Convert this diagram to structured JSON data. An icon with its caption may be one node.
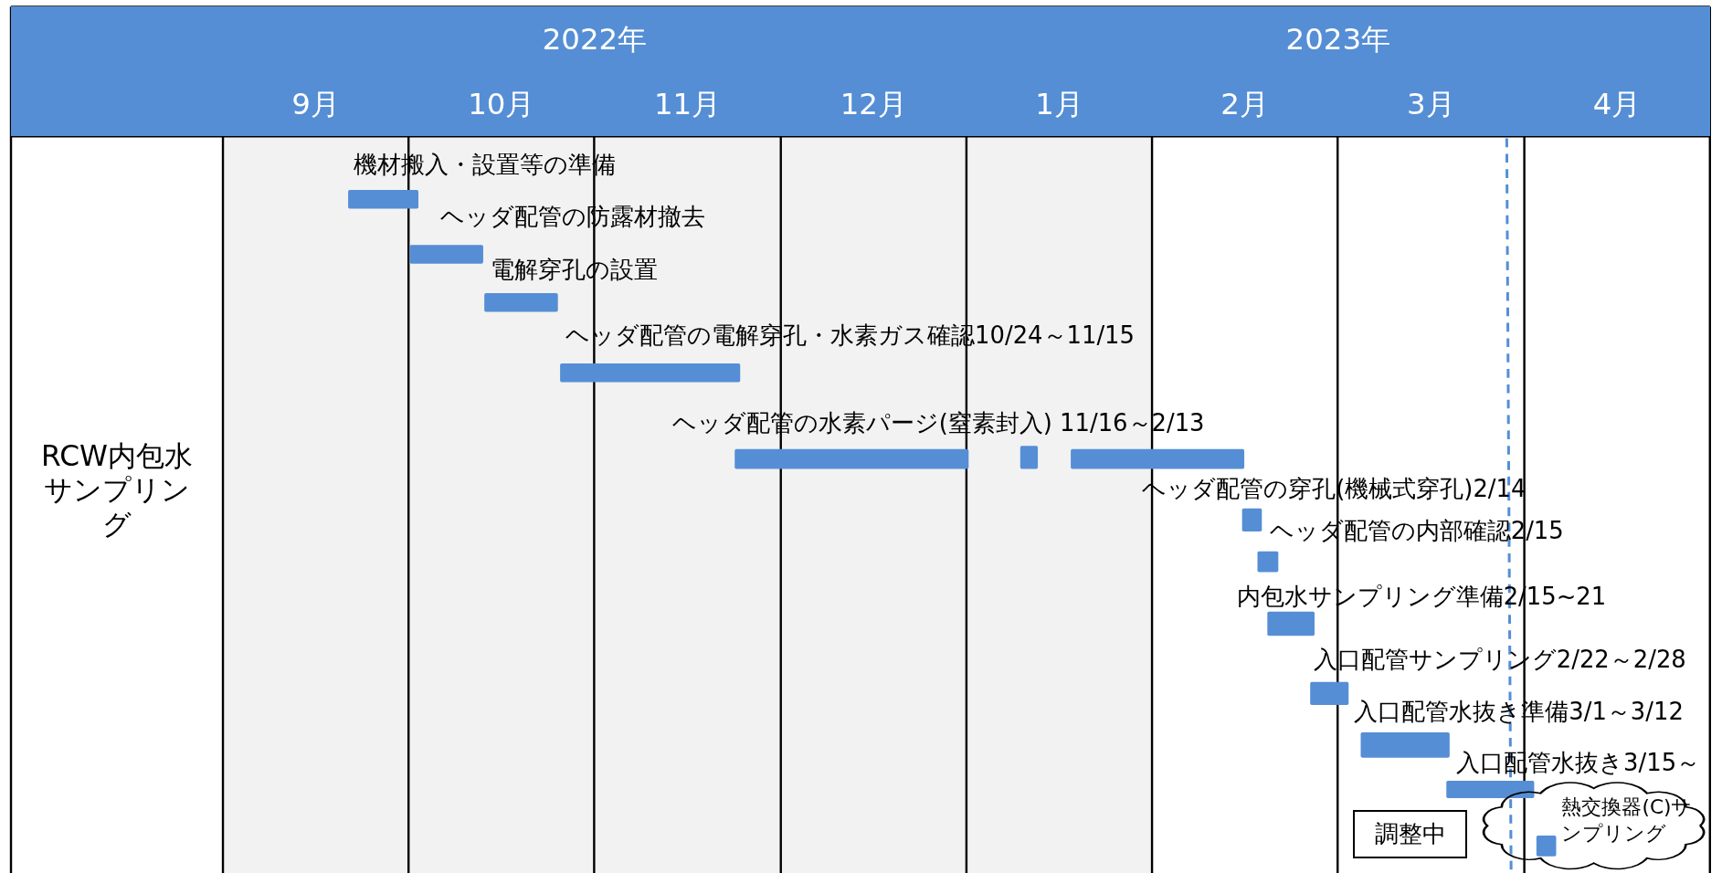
{
  "diagram": {
    "nodes": [
      {
        "text": [
          "調整中"
        ]
      },
      {
        "text": [
          "熱交換器(C)サンプリング"
        ]
      }
    ],
    "labels": [
      "2022年",
      "2023年",
      "9月",
      "10月",
      "11月",
      "12月",
      "1月",
      "2月",
      "3月",
      "4月",
      "RCW内包水サンプリング",
      "機材搬入・設置等の準備",
      "ヘッダ配管の防露材撤去",
      "電解穿孔の設置",
      "ヘッダ配管の電解穿孔・水素ガス確認10/24～11/15",
      "ヘッダ配管の水素パージ(窒素封入) 11/16～2/13",
      "ヘッダ配管の穿孔(機械式穿孔)2/14",
      "ヘッダ配管の内部確認2/15",
      "内包水サンプリング準備2/15~21",
      "入口配管サンプリング2/22～2/28",
      "入口配管水抜き準備3/1～3/12",
      "入口配管水抜き3/15～"
    ]
  }
}
